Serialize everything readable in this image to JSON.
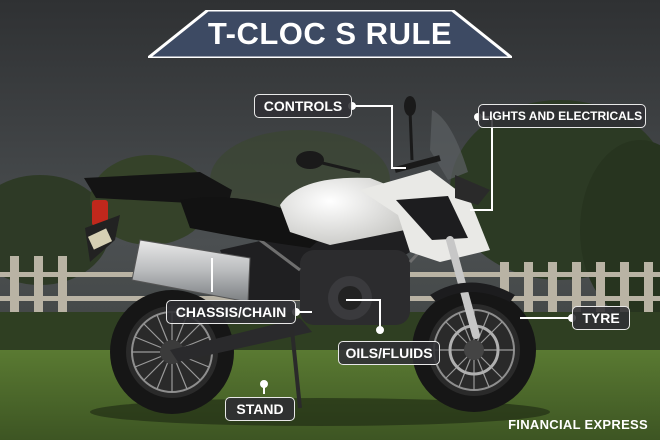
{
  "title": "T-CLOC S RULE",
  "labels": {
    "controls": "CONTROLS",
    "lights": "LIGHTS AND ELECTRICALS",
    "chassis": "CHASSIS/CHAIN",
    "tyre": "TYRE",
    "oils": "OILS/FLUIDS",
    "stand": "STAND"
  },
  "credit": "FINANCIAL EXPRESS",
  "colors": {
    "banner": "#3d4a63",
    "label_bg": "#303034",
    "label_border": "#e8e8e8",
    "bike_white": "#e6e6e3",
    "bike_dark": "#1c1c1e",
    "grass": "#4f6b2c"
  }
}
